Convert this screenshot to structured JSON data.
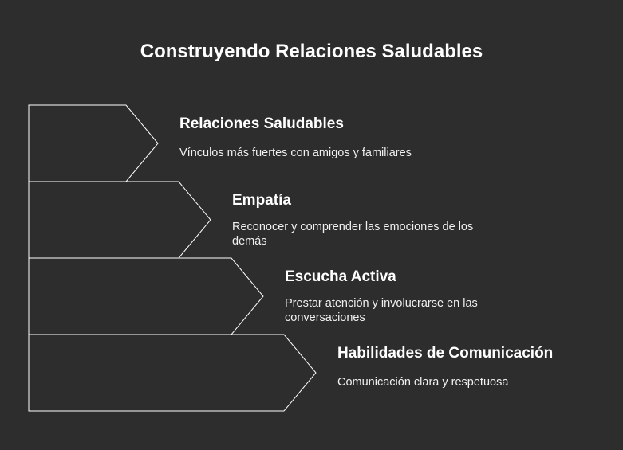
{
  "title": "Construyendo Relaciones Saludables",
  "levels": [
    {
      "heading": "Relaciones Saludables",
      "description": "Vínculos más fuertes con amigos y familiares"
    },
    {
      "heading": "Empatía",
      "description": "Reconocer y comprender las emociones de los demás"
    },
    {
      "heading": "Escucha Activa",
      "description": "Prestar atención y involucrarse en las conversaciones"
    },
    {
      "heading": "Habilidades de Comunicación",
      "description": "Comunicación clara y respetuosa"
    }
  ]
}
